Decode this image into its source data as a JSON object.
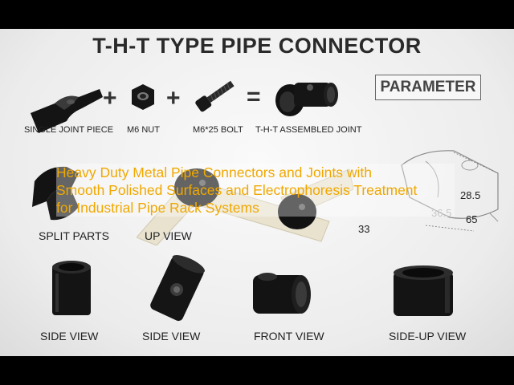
{
  "title": "T-H-T TYPE PIPE CONNECTOR",
  "parameter_label": "PARAMETER",
  "operators": {
    "plus1": "+",
    "plus2": "+",
    "equals": "="
  },
  "captions": {
    "single_joint_piece": "SINGLE JOINT PIECE",
    "m6_nut": "M6 NUT",
    "m6_bolt": "M6*25 BOLT",
    "assembled_joint": "T-H-T ASSEMBLED JOINT",
    "split_parts": "SPLIT PARTS",
    "up_view": "UP VIEW",
    "side_view_1": "SIDE VIEW",
    "side_view_2": "SIDE VIEW",
    "front_view": "FRONT VIEW",
    "side_up_view": "SIDE-UP VIEW"
  },
  "dimensions": {
    "d1": "28.5",
    "d2": "36.5",
    "d3": "65",
    "d4": "33"
  },
  "overlay_text": {
    "line1": "Heavy Duty Metal Pipe Connectors and Joints with",
    "line2": "Smooth Polished Surfaces and Electrophoresis Treatment",
    "line3": "for Industrial Pipe Rack Systems"
  },
  "colors": {
    "overlay_text": "#f0a800",
    "part_black": "#141414",
    "pipe_beige": "#e8e2cf"
  }
}
